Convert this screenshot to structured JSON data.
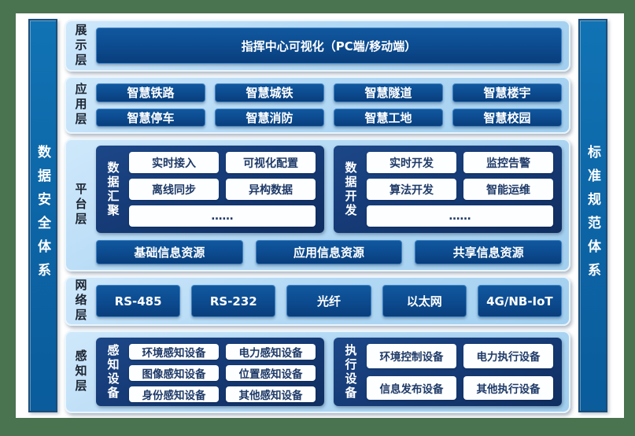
{
  "colors": {
    "frame_green": "#4A7350",
    "panel_light_blue": "#AED5F2",
    "button_navy": "#0C4A8E",
    "group_box_navy": "#153A75",
    "side_bar_blue": "#0C64A5",
    "white_button_text": "#1E3A68"
  },
  "left_bar": {
    "label": "数据安全体系"
  },
  "right_bar": {
    "label": "标准规范体系"
  },
  "layers": {
    "display": {
      "label": "展示层",
      "box": "指挥中心可视化（PC端/移动端）"
    },
    "application": {
      "label": "应用层",
      "items": [
        "智慧铁路",
        "智慧城铁",
        "智慧隧道",
        "智慧楼宇",
        "智慧停车",
        "智慧消防",
        "智慧工地",
        "智慧校园"
      ]
    },
    "platform": {
      "label": "平台层",
      "groups": [
        {
          "title": "数据汇聚",
          "items": [
            "实时接入",
            "可视化配置",
            "离线同步",
            "异构数据"
          ],
          "more": "……"
        },
        {
          "title": "数据开发",
          "items": [
            "实时开发",
            "监控告警",
            "算法开发",
            "智能运维"
          ],
          "more": "……"
        }
      ],
      "resources": [
        "基础信息资源",
        "应用信息资源",
        "共享信息资源"
      ]
    },
    "network": {
      "label": "网络层",
      "items": [
        "RS-485",
        "RS-232",
        "光纤",
        "以太网",
        "4G/NB-IoT"
      ]
    },
    "perception": {
      "label": "感知层",
      "groups": [
        {
          "title": "感知设备",
          "items": [
            "环境感知设备",
            "电力感知设备",
            "图像感知设备",
            "位置感知设备",
            "身份感知设备",
            "其他感知设备"
          ]
        },
        {
          "title": "执行设备",
          "items": [
            "环境控制设备",
            "电力执行设备",
            "信息发布设备",
            "其他执行设备"
          ]
        }
      ]
    }
  }
}
